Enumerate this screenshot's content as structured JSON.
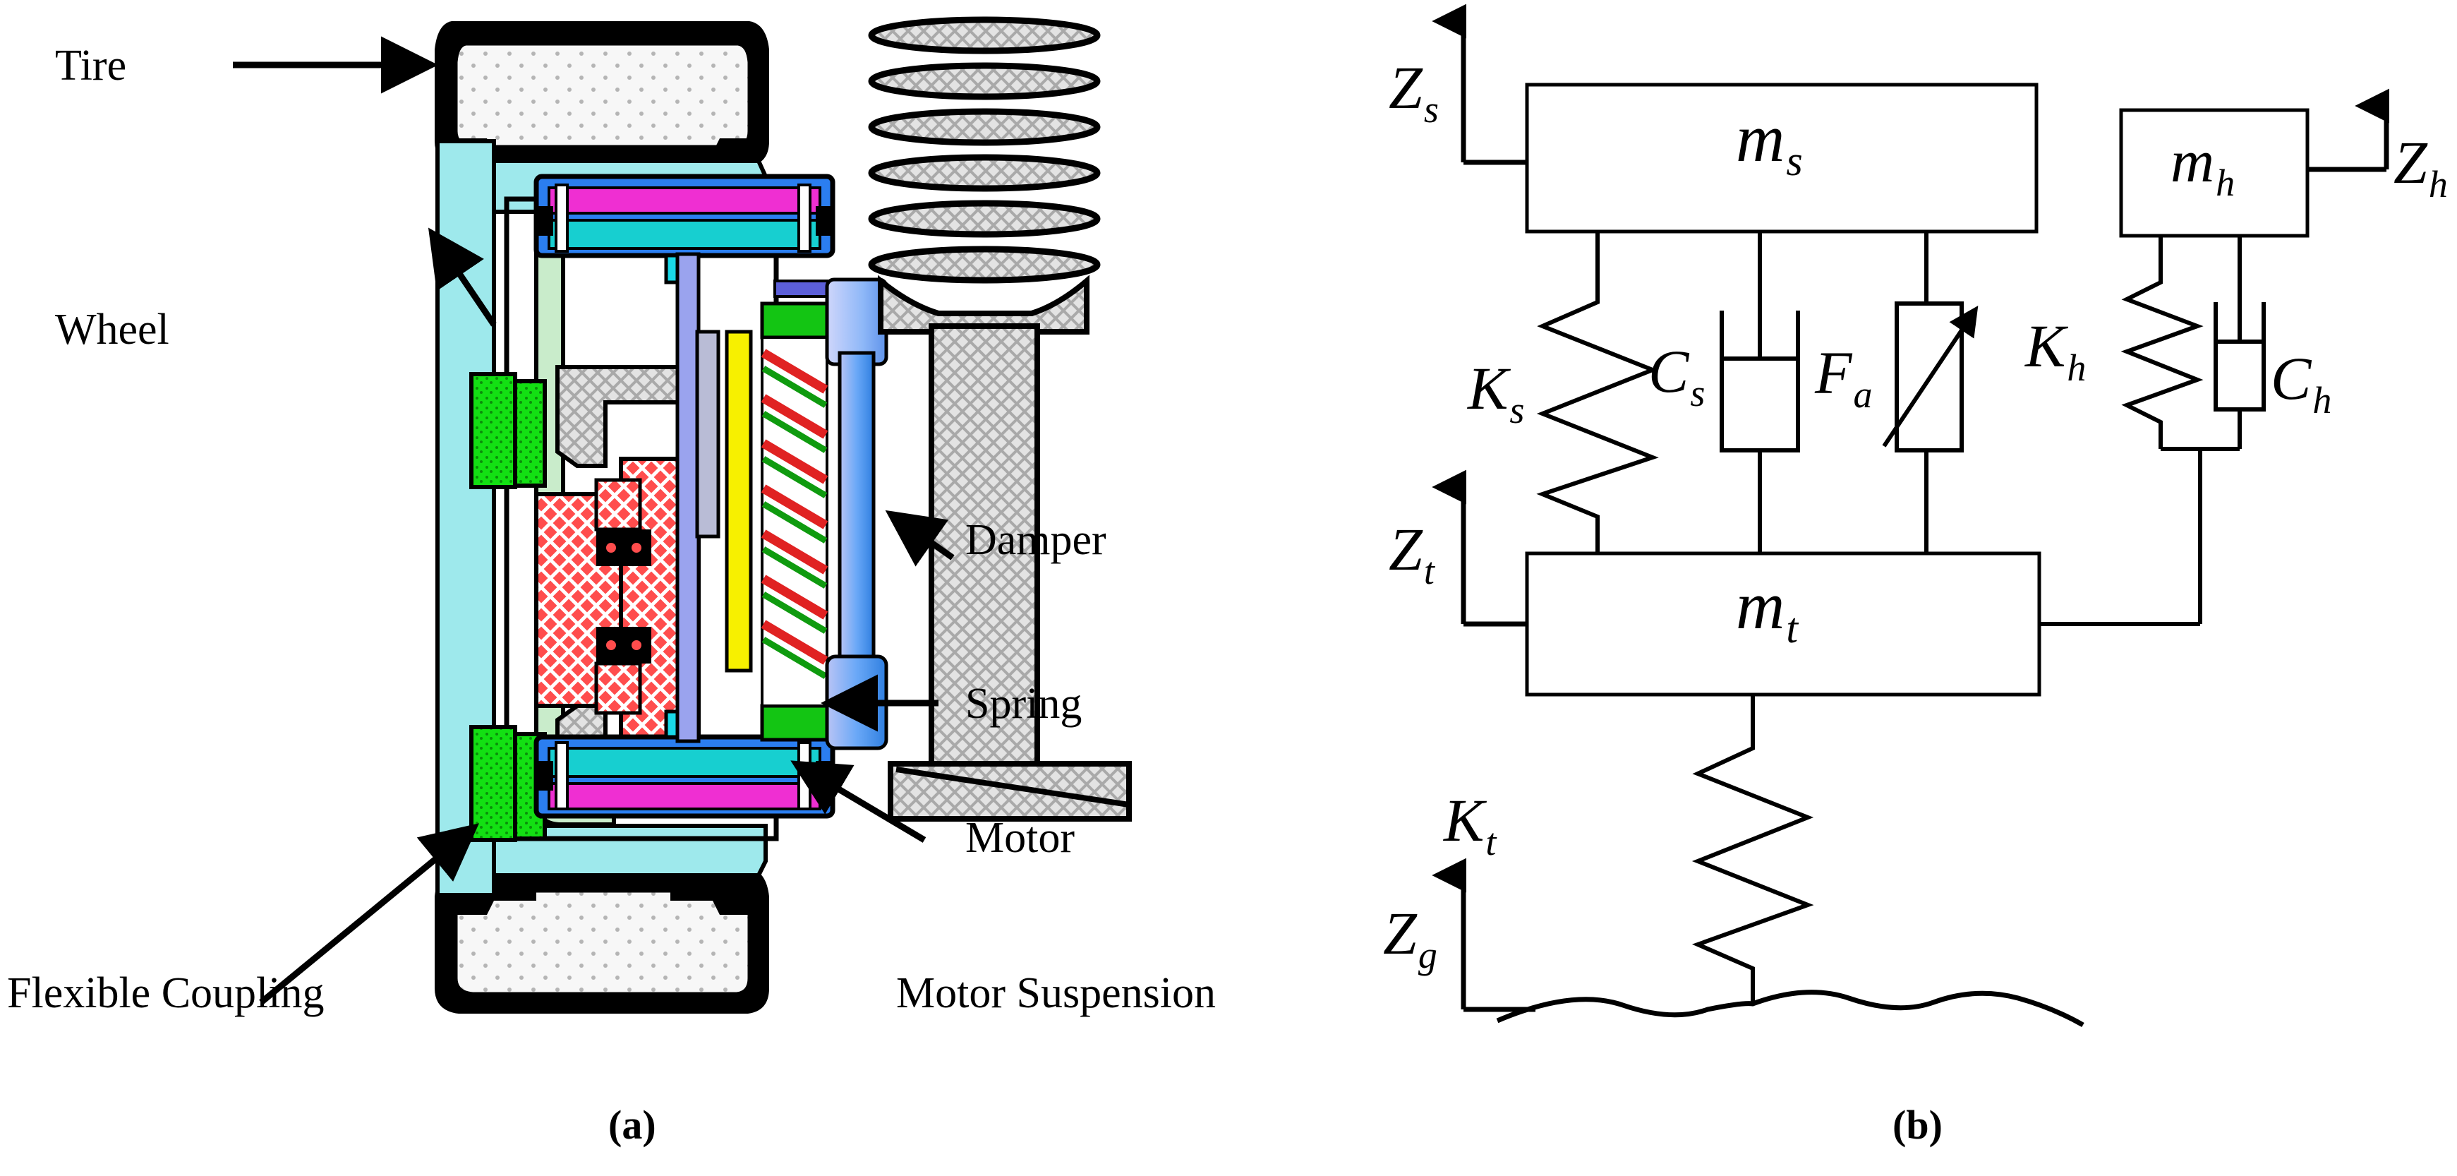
{
  "figure": {
    "panels": [
      {
        "id": "a",
        "caption": "(a)",
        "title": "In-wheel motor drive assembly cutaway"
      },
      {
        "id": "b",
        "caption": "(b)",
        "title": "Quarter-car dynamic suspension model"
      }
    ]
  },
  "panel_a": {
    "caption": "(a)",
    "callouts": [
      {
        "name": "tire",
        "label": "Tire"
      },
      {
        "name": "wheel",
        "label": "Wheel"
      },
      {
        "name": "damper",
        "label": "Damper"
      },
      {
        "name": "spring",
        "label": "Spring"
      },
      {
        "name": "motor",
        "label": "Motor"
      },
      {
        "name": "flexible-coupling",
        "label": "Flexible Coupling"
      },
      {
        "name": "motor-suspension",
        "label": "Motor Suspension"
      }
    ],
    "colors": {
      "tire_rubber": "#000000",
      "tire_fill": "#f7f7f7",
      "wheel_rim": "#9ee9ec",
      "coupling_green": "#c9eccb",
      "bearing_green": "#13e013",
      "motor_red": "#fb4a4a",
      "stator_cyan": "#17cfd0",
      "magnet_magenta": "#ef2fd2",
      "shaft_blue": "#9aa3ee",
      "damper_blue": "#4aa3f2",
      "hub_gray": "#d8d8d8",
      "yellow_rod": "#f7f000"
    }
  },
  "panel_b": {
    "caption": "(b)",
    "title": "Quarter-car model with in-wheel motor dynamic vibration absorber",
    "masses": [
      {
        "name": "sprung-mass",
        "symbol": "m",
        "subscript": "s"
      },
      {
        "name": "tire-mass",
        "symbol": "m",
        "subscript": "t"
      },
      {
        "name": "motor-mass",
        "symbol": "m",
        "subscript": "h"
      }
    ],
    "springs": [
      {
        "name": "suspension-spring",
        "symbol": "K",
        "subscript": "s"
      },
      {
        "name": "tire-spring",
        "symbol": "K",
        "subscript": "t"
      },
      {
        "name": "motor-spring",
        "symbol": "K",
        "subscript": "h"
      }
    ],
    "dampers": [
      {
        "name": "suspension-damper",
        "symbol": "C",
        "subscript": "s"
      },
      {
        "name": "motor-damper",
        "symbol": "C",
        "subscript": "h"
      }
    ],
    "actuators": [
      {
        "name": "active-force",
        "symbol": "F",
        "subscript": "a"
      }
    ],
    "displacements": [
      {
        "name": "sprung-displacement",
        "symbol": "Z",
        "subscript": "s"
      },
      {
        "name": "tire-displacement",
        "symbol": "Z",
        "subscript": "t"
      },
      {
        "name": "motor-displacement",
        "symbol": "Z",
        "subscript": "h"
      },
      {
        "name": "ground-displacement",
        "symbol": "Z",
        "subscript": "g"
      }
    ],
    "ground": {
      "name": "road-profile",
      "style": "wavy"
    },
    "stroke_color": "#000000",
    "line_width": 4
  }
}
